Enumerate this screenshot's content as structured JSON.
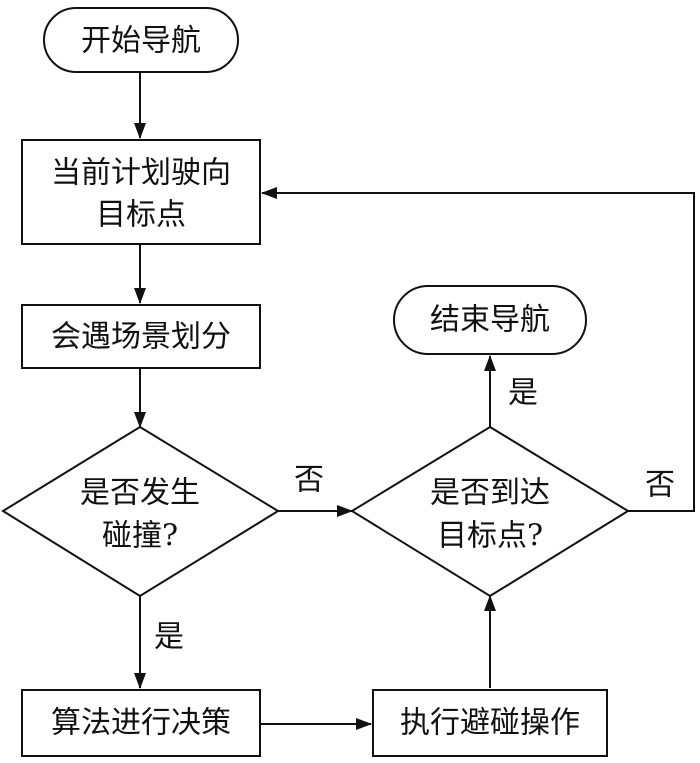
{
  "nodes": {
    "start": "开始导航",
    "plan": [
      "当前计划驶向",
      "目标点"
    ],
    "scene": "会遇场景划分",
    "collision_check": [
      "是否发生",
      "碰撞?"
    ],
    "decision": "算法进行决策",
    "avoid": "执行避碰操作",
    "arrival_check": [
      "是否到达",
      "目标点?"
    ],
    "end": "结束导航"
  },
  "edge_labels": {
    "collision_no": "否",
    "collision_yes": "是",
    "arrival_yes": "是",
    "arrival_no": "否"
  }
}
